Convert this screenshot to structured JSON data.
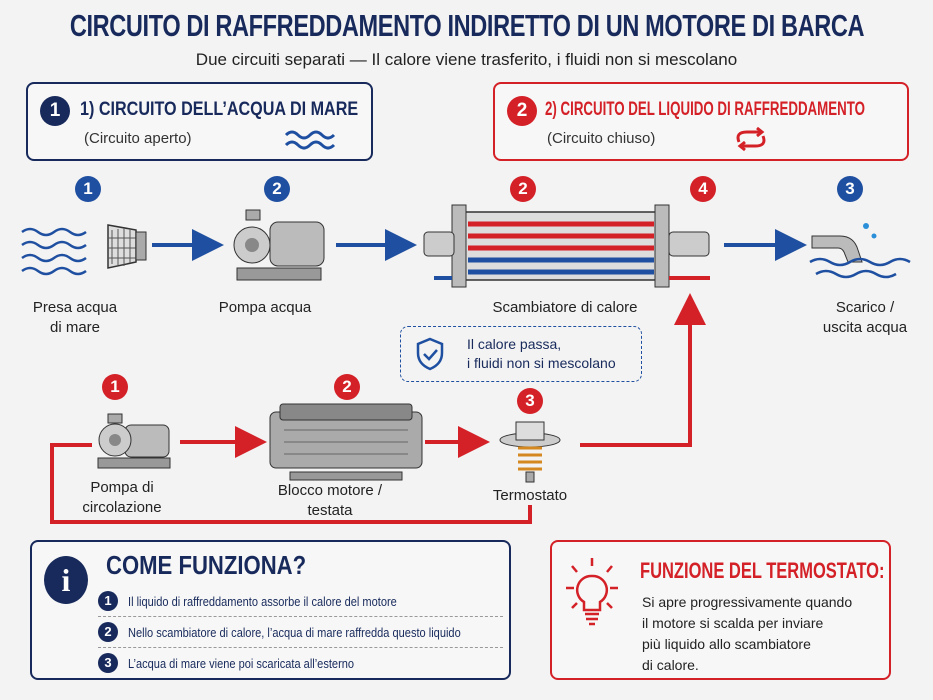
{
  "header": {
    "title": "CIRCUITO DI RAFFREDDAMENTO INDIRETTO DI UN MOTORE DI BARCA",
    "subtitle": "Due circuiti separati — Il calore viene trasferito, i fluidi non si mescolano"
  },
  "circuits": [
    {
      "badge": "1",
      "title": "1) CIRCUITO DELL’ACQUA DI MARE",
      "subtitle": "(Circuito aperto)",
      "icon": "waves-icon"
    },
    {
      "badge": "2",
      "title": "2) CIRCUITO DEL LIQUIDO DI RAFFREDDAMENTO",
      "subtitle": "(Circuito chiuso)",
      "icon": "cycle-icon"
    }
  ],
  "sea_flow": [
    {
      "badge": "1",
      "label1": "Presa acqua",
      "label2": "di mare"
    },
    {
      "badge": "2",
      "label1": "Pompa acqua",
      "label2": ""
    },
    {
      "badge": "2",
      "badge2": "4",
      "label1": "Scambiatore di calore",
      "label2": ""
    },
    {
      "badge": "3",
      "label1": "Scarico /",
      "label2": "uscita acqua"
    }
  ],
  "note": {
    "line1": "Il calore passa,",
    "line2": "i fluidi non si mescolano"
  },
  "coolant_flow": [
    {
      "badge": "1",
      "label1": "Pompa di",
      "label2": "circolazione"
    },
    {
      "badge": "2",
      "label1": "Blocco motore /",
      "label2": "testata"
    },
    {
      "badge": "3",
      "label1": "Termostato",
      "label2": ""
    }
  ],
  "how": {
    "title": "COME FUNZIONA?",
    "steps": [
      {
        "n": "1",
        "text": "Il liquido di raffreddamento assorbe il calore del motore"
      },
      {
        "n": "2",
        "text": "Nello scambiatore di calore, l’acqua di mare raffredda questo liquido"
      },
      {
        "n": "3",
        "text": "L’acqua di mare viene poi scaricata all’esterno"
      }
    ]
  },
  "thermostat": {
    "title": "FUNZIONE DEL TERMOSTATO:",
    "lines": [
      "Si apre progressivamente quando",
      "il motore si scalda per inviare",
      "più liquido allo scambiatore",
      "di calore."
    ]
  },
  "colors": {
    "navy": "#182a5c",
    "blue": "#1f4fa0",
    "red": "#d42027"
  }
}
